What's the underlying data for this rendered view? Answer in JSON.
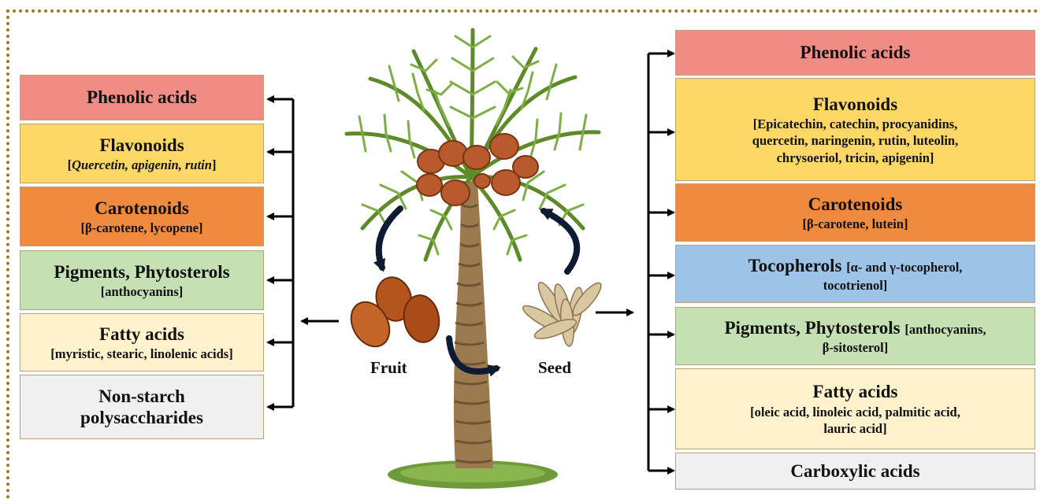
{
  "left": {
    "items": [
      {
        "title": "Phenolic acids",
        "sub": ""
      },
      {
        "title": "Flavonoids",
        "sub": "Quercetin, apigenin, rutin"
      },
      {
        "title": "Carotenoids",
        "sub": "[β-carotene, lycopene]"
      },
      {
        "title": "Pigments, Phytosterols",
        "sub": "[anthocyanins]"
      },
      {
        "title": "Fatty acids",
        "sub": "[myristic, stearic, linolenic acids]"
      },
      {
        "title": "Non-starch",
        "sub": "polysaccharides"
      }
    ]
  },
  "right": {
    "items": [
      {
        "title": "Phenolic acids",
        "lines": []
      },
      {
        "title": "Flavonoids",
        "lines": [
          "[Epicatechin, catechin, procyanidins,",
          "quercetin, naringenin, rutin, luteolin,",
          "chrysoeriol, tricin, apigenin]"
        ]
      },
      {
        "title": "Carotenoids",
        "lines": [
          "[β-carotene, lutein]"
        ]
      },
      {
        "title": "Tocopherols",
        "inline": "[α- and γ-tocopherol,",
        "lines": [
          "tocotrienol]"
        ]
      },
      {
        "title": "Pigments, Phytosterols",
        "inline": "[anthocyanins,",
        "lines": [
          "β-sitosterol]"
        ]
      },
      {
        "title": "Fatty acids",
        "lines": [
          "[oleic acid, linoleic acid, palmitic acid,",
          "lauric acid]"
        ]
      },
      {
        "title": "Carboxylic acids",
        "lines": []
      }
    ]
  },
  "labels": {
    "fruit": "Fruit",
    "seed": "Seed"
  },
  "colors": {
    "phenolic": "#f08c84",
    "flavonoids": "#fdd866",
    "carotenoids": "#ef8a3f",
    "pigments": "#c5e0b3",
    "fatty": "#fff2cc",
    "other": "#f0f0f0",
    "tocopherols": "#9dc3e6",
    "frame": "#9a7a1a"
  }
}
